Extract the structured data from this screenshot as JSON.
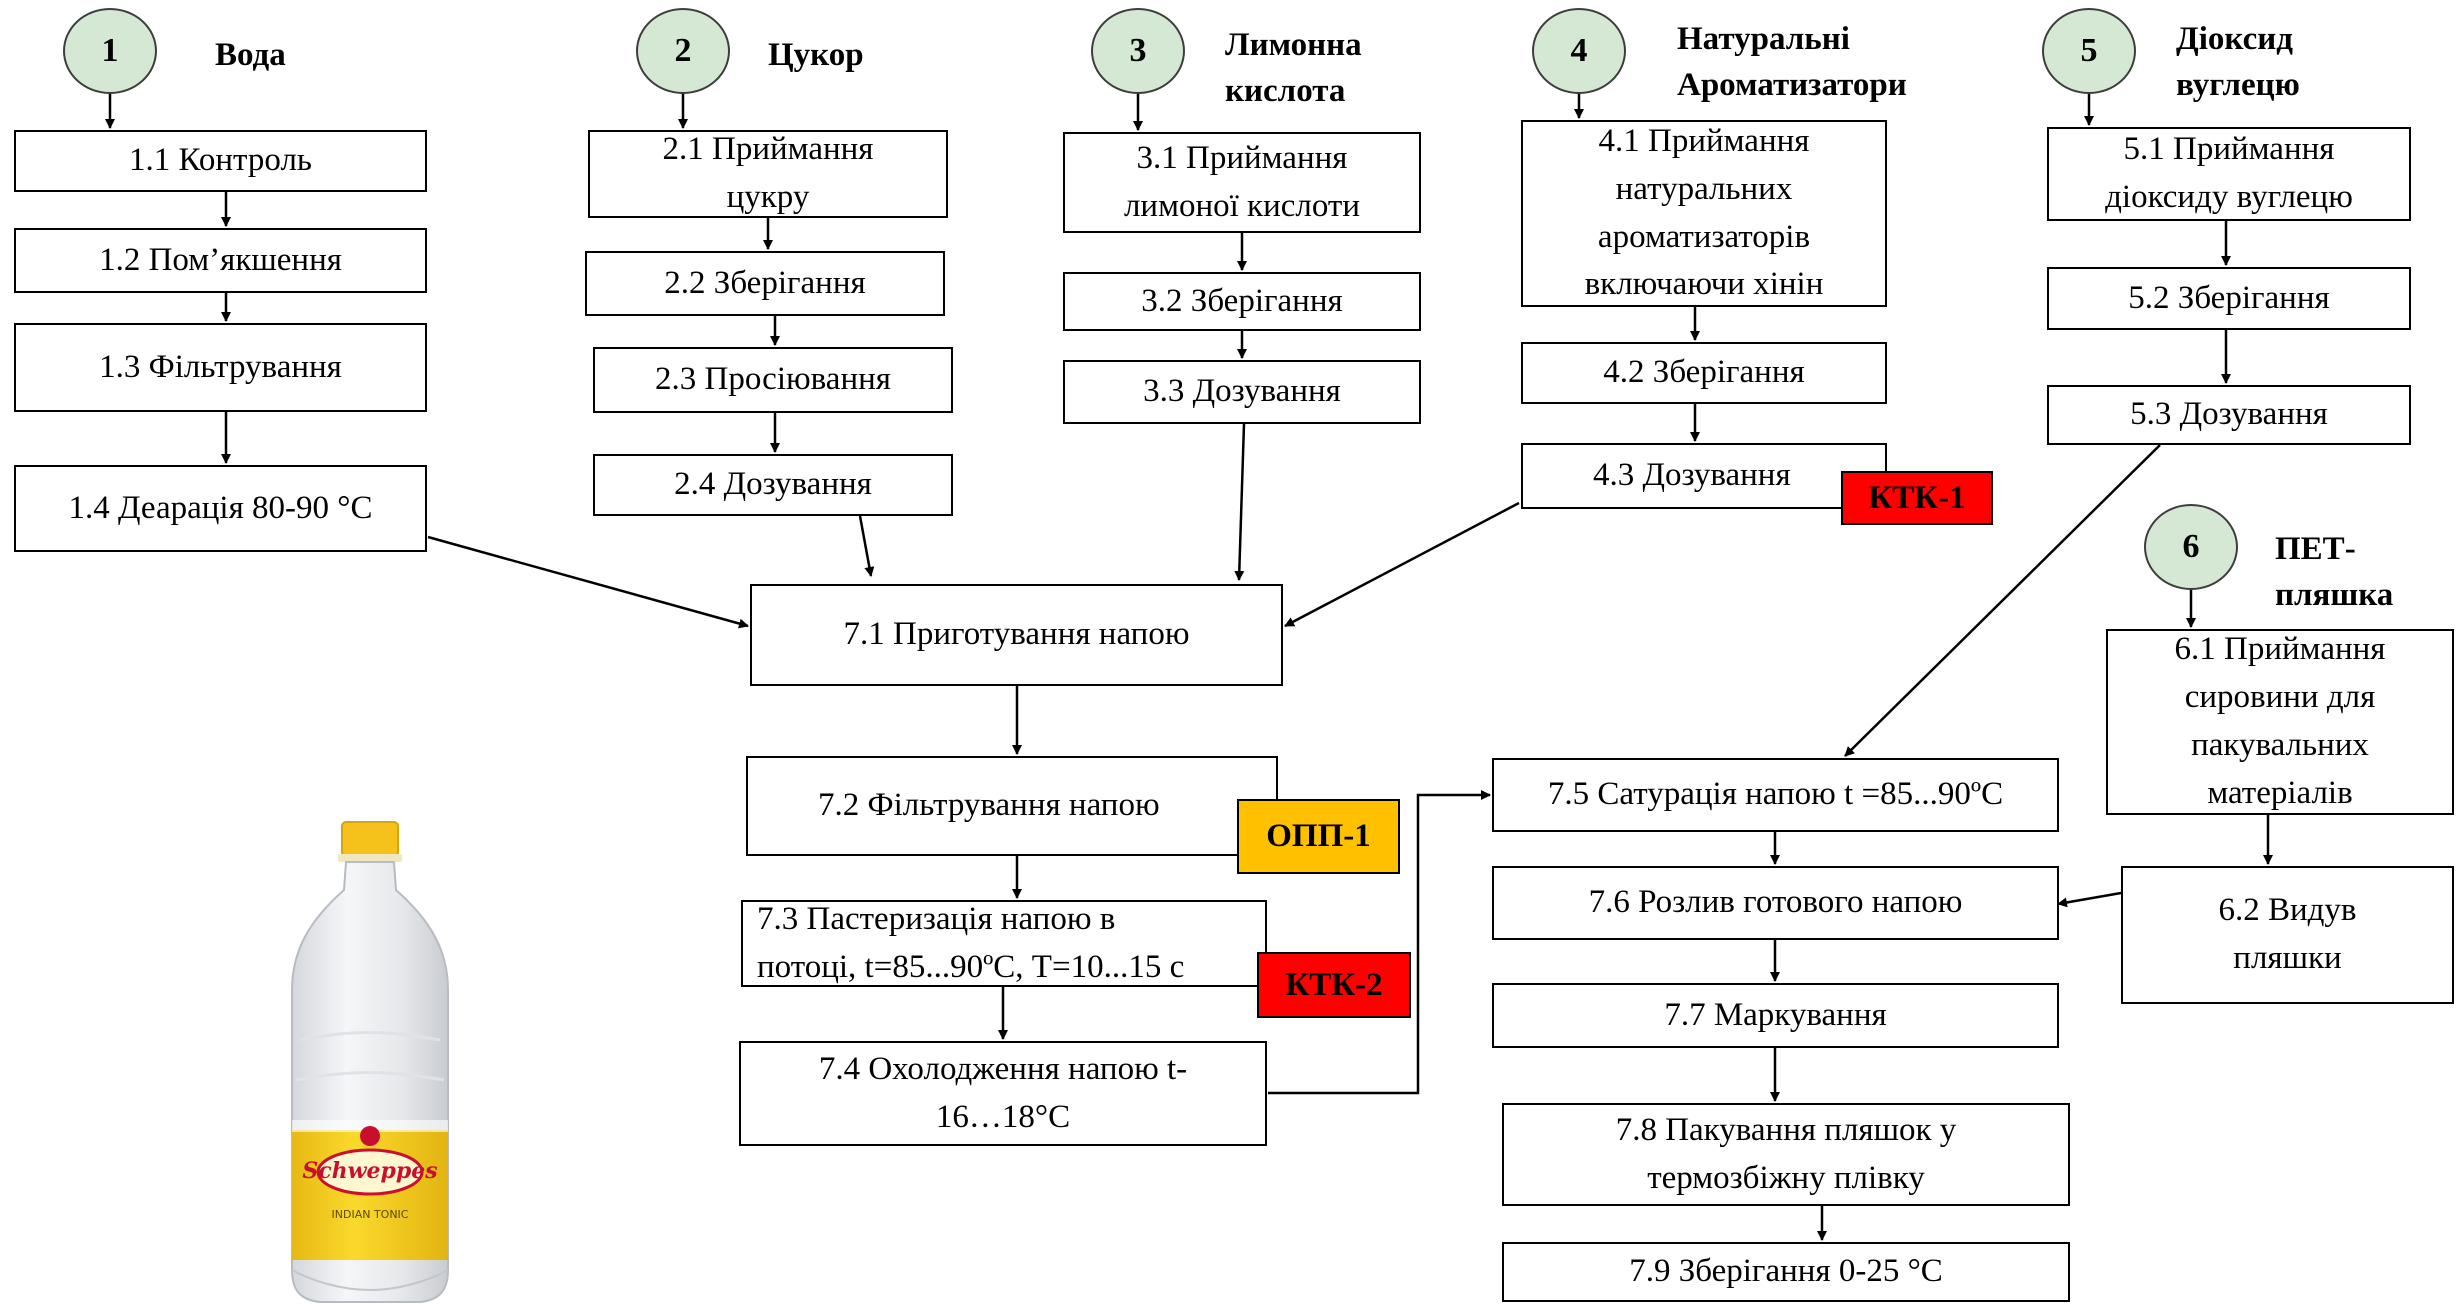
{
  "colors": {
    "circle_fill": "#d5e8d4",
    "ktk": "#ff0000",
    "opp": "#ffc000",
    "line": "#000000"
  },
  "groups": [
    {
      "number": "1",
      "title": "Вода"
    },
    {
      "number": "2",
      "title": "Цукор"
    },
    {
      "number": "3",
      "title": "Лимонна\nкислота"
    },
    {
      "number": "4",
      "title": "Натуральні\nАроматизатори"
    },
    {
      "number": "5",
      "title": "Діоксид\nвуглецю"
    },
    {
      "number": "6",
      "title": "ПЕТ-\nпляшка"
    }
  ],
  "steps": {
    "s1_1": "1.1  Контроль",
    "s1_2": "1.2  Пом’якшення",
    "s1_3": "1.3  Фільтрування",
    "s1_4": "1.4 Деарація   80-90 °С",
    "s2_1": "2.1 Приймання\nцукру",
    "s2_2": "2.2 Зберігання",
    "s2_3": "2.3 Просіювання",
    "s2_4": "2.4  Дозування",
    "s3_1": "3.1 Приймання\nлимоної кислоти",
    "s3_2": "3.2 Зберігання",
    "s3_3": "3.3 Дозування",
    "s4_1": "4.1 Приймання\nнатуральних\nароматизаторів\nвключаючи хінін",
    "s4_2": "4.2 Зберігання",
    "s4_3": "4.3 Дозування",
    "s5_1": "5.1 Приймання\nдіоксиду вуглецю",
    "s5_2": "5.2 Зберігання",
    "s5_3": "5.3 Дозування",
    "s6_1": "6.1 Приймання\nсировини для\nпакувальних\nматеріалів",
    "s6_2": "6.2 Видув\nпляшки",
    "s7_1": "7.1 Приготування напою",
    "s7_2": "7.2 Фільтрування напою",
    "s7_3": "7.3 Пастеризація напою в\nпотоці, t=85...90ºС, T=10...15 с",
    "s7_4": "7.4 Охолодження напою t-\n16…18°С",
    "s7_5": "7.5  Сатурація напою t =85...90ºС",
    "s7_6": "7.6 Розлив готового напою",
    "s7_7": "7.7 Маркування",
    "s7_8": "7.8 Пакування пляшок  у\nтермозбіжну плівку",
    "s7_9": "7.9 Зберігання 0-25 °С"
  },
  "badges": {
    "ktk1": "КТК-1",
    "ktk2": "КТК-2",
    "opp1": "ОПП-1"
  },
  "product_image": {
    "brand": "Schweppes",
    "variant": "INDIAN TONIC",
    "cap_color": "#f4c21b",
    "label_color": "#f7d21e"
  }
}
